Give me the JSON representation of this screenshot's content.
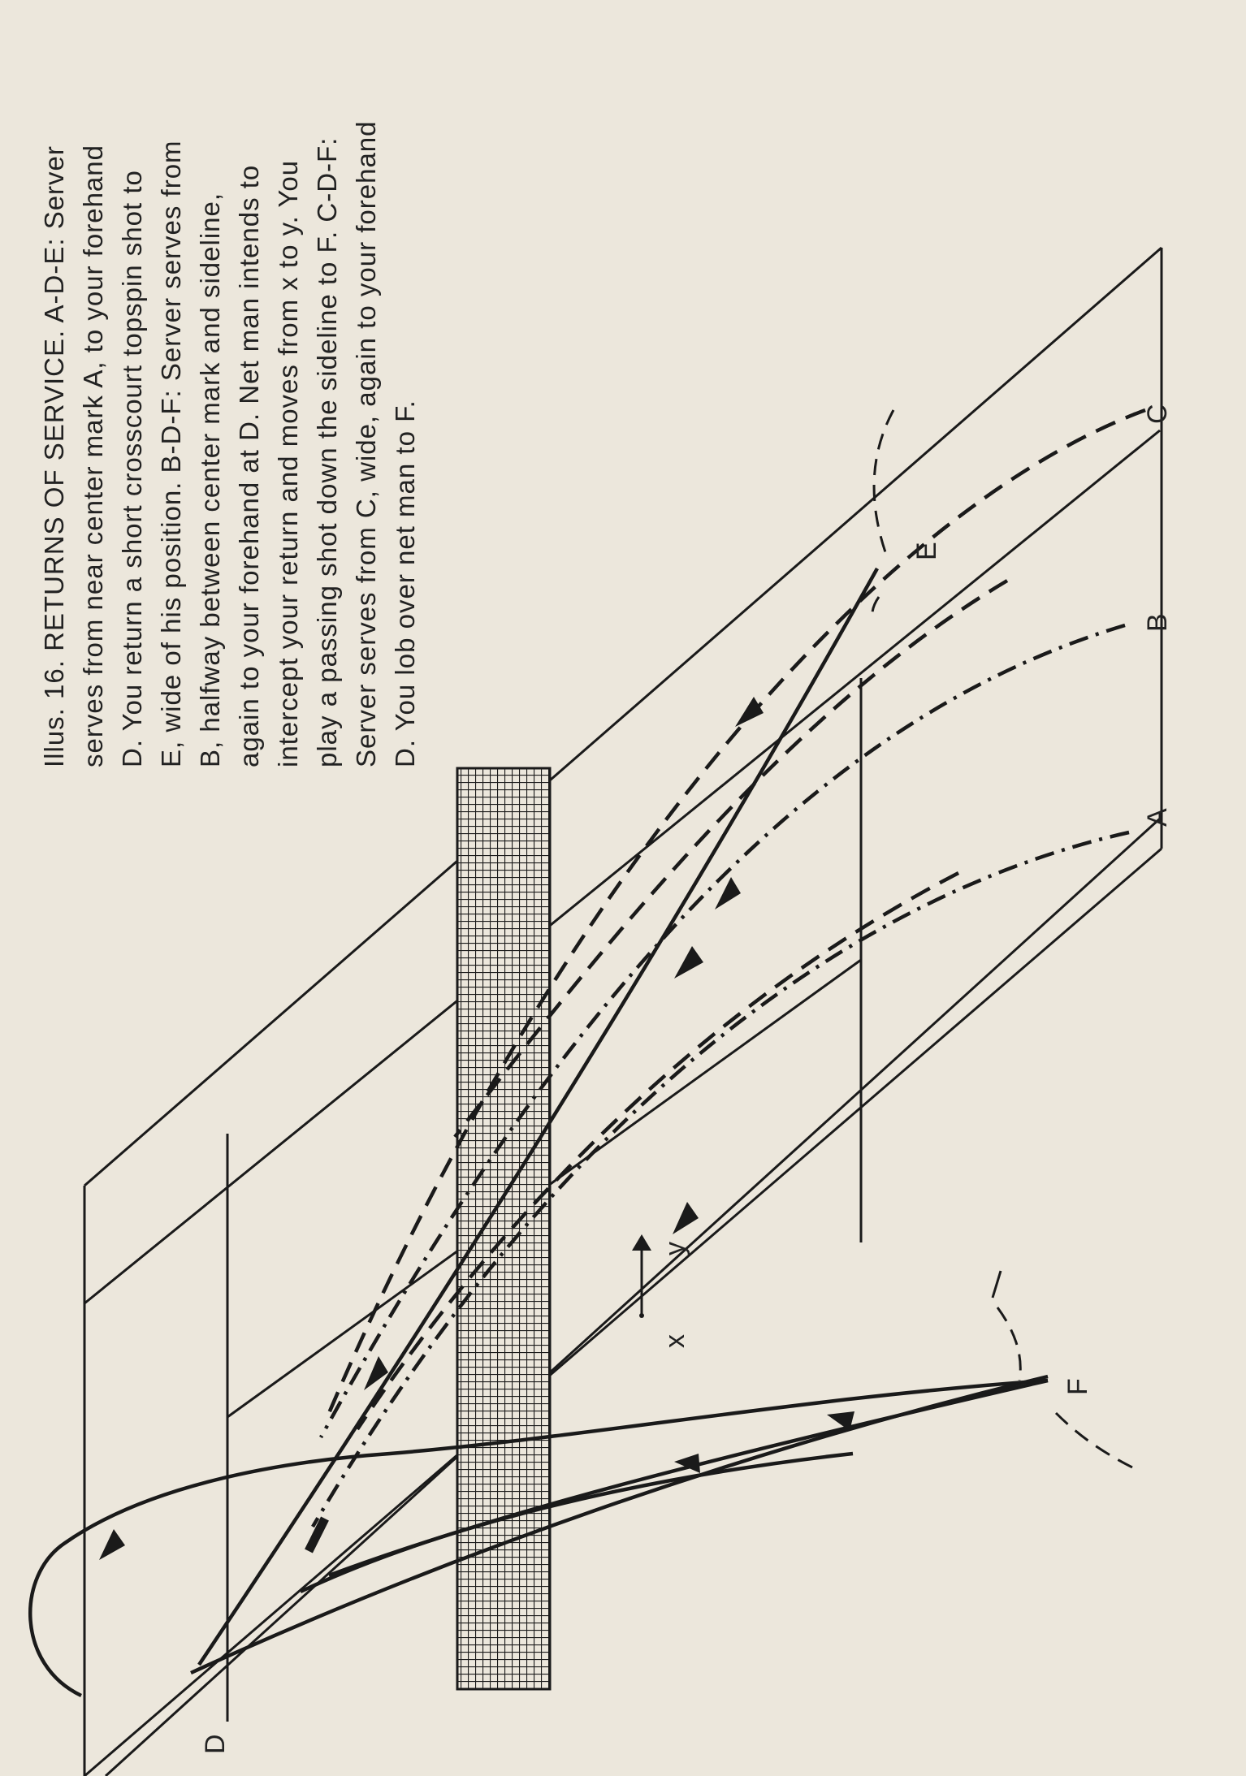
{
  "caption": {
    "lines": [
      "Illus. 16. RETURNS OF SERVICE. A-D-E: Server",
      "serves from near center mark A, to your forehand",
      "D. You return a short crosscourt topspin shot to",
      "E, wide of his position. B-D-F: Server serves from",
      "B, halfway between center mark and sideline,",
      "again to your forehand at D. Net man intends to",
      "intercept your return and moves from x to y. You",
      "play a passing shot down the sideline to F. C-D-F:",
      "Server serves from C, wide, again to your forehand",
      "D. You lob over net man to F."
    ]
  },
  "labels": {
    "A": "A",
    "B": "B",
    "C": "C",
    "D": "D",
    "E": "E",
    "F": "F",
    "x": "x",
    "y": "y"
  },
  "colors": {
    "paper": "#ece7dc",
    "ink": "#1a1a1a"
  }
}
